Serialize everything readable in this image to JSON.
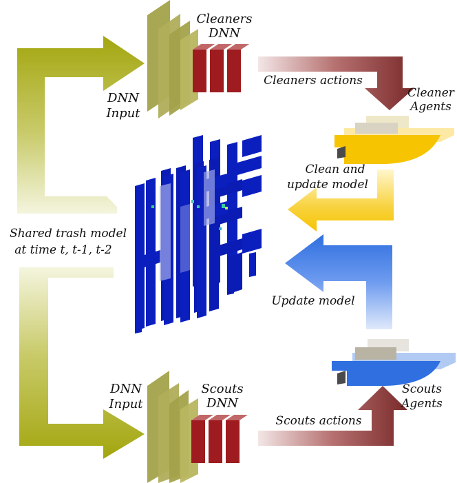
{
  "labels": {
    "cleaners_dnn_1": "Cleaners",
    "cleaners_dnn_2": "DNN",
    "dnn_input_top_1": "DNN",
    "dnn_input_top_2": "Input",
    "cleaners_actions": "Cleaners actions",
    "cleaner_agents_1": "Cleaner",
    "cleaner_agents_2": "Agents",
    "clean_update_1": "Clean and",
    "clean_update_2": "update model",
    "shared_model_1": "Shared trash model",
    "shared_model_2": "at time t, t-1, t-2",
    "update_model": "Update model",
    "scouts_agents_1": "Scouts",
    "scouts_agents_2": "Agents",
    "dnn_input_bottom_1": "DNN",
    "dnn_input_bottom_2": "Input",
    "scouts_dnn_1": "Scouts",
    "scouts_dnn_2": "DNN",
    "scouts_actions": "Scouts actions"
  },
  "colors": {
    "olive": "#a3a60e",
    "dnn_red": "#9e1c1f",
    "action_arrow": "#7a2a2a",
    "cleaner_yellow": "#f6c400",
    "scout_blue": "#2f6fe0",
    "map_blue": "#0b1fbf"
  }
}
